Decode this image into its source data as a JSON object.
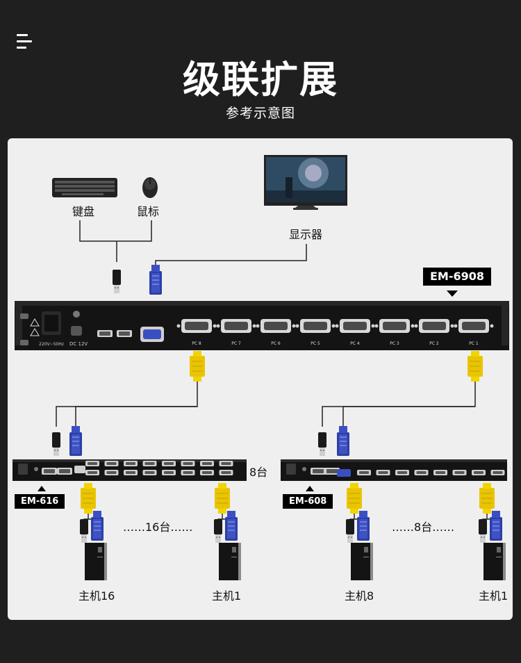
{
  "header": {
    "title": "级联扩展",
    "subtitle": "参考示意图"
  },
  "peripherals": {
    "keyboard_label": "键盘",
    "mouse_label": "鼠标",
    "monitor_label": "显示器"
  },
  "main_switch": {
    "model": "EM-6908",
    "power_label": "220V~50Hz",
    "dc_label": "DC 12V",
    "ports": [
      "PC 8",
      "PC 7",
      "PC 6",
      "PC 5",
      "PC 4",
      "PC 3",
      "PC 2",
      "PC 1"
    ]
  },
  "cascade_left": {
    "model": "EM-616",
    "count_label": "8台",
    "hosts_range_label": "……16台……",
    "host_first": "主机16",
    "host_last": "主机1"
  },
  "cascade_right": {
    "model": "EM-608",
    "hosts_range_label": "……8台……",
    "host_first": "主机8",
    "host_last": "主机1"
  },
  "colors": {
    "background": "#1f1f20",
    "panel": "#efefef",
    "vga_blue": "#2d3fa6",
    "connector_yellow": "#e9c400",
    "device_black": "#141414"
  }
}
